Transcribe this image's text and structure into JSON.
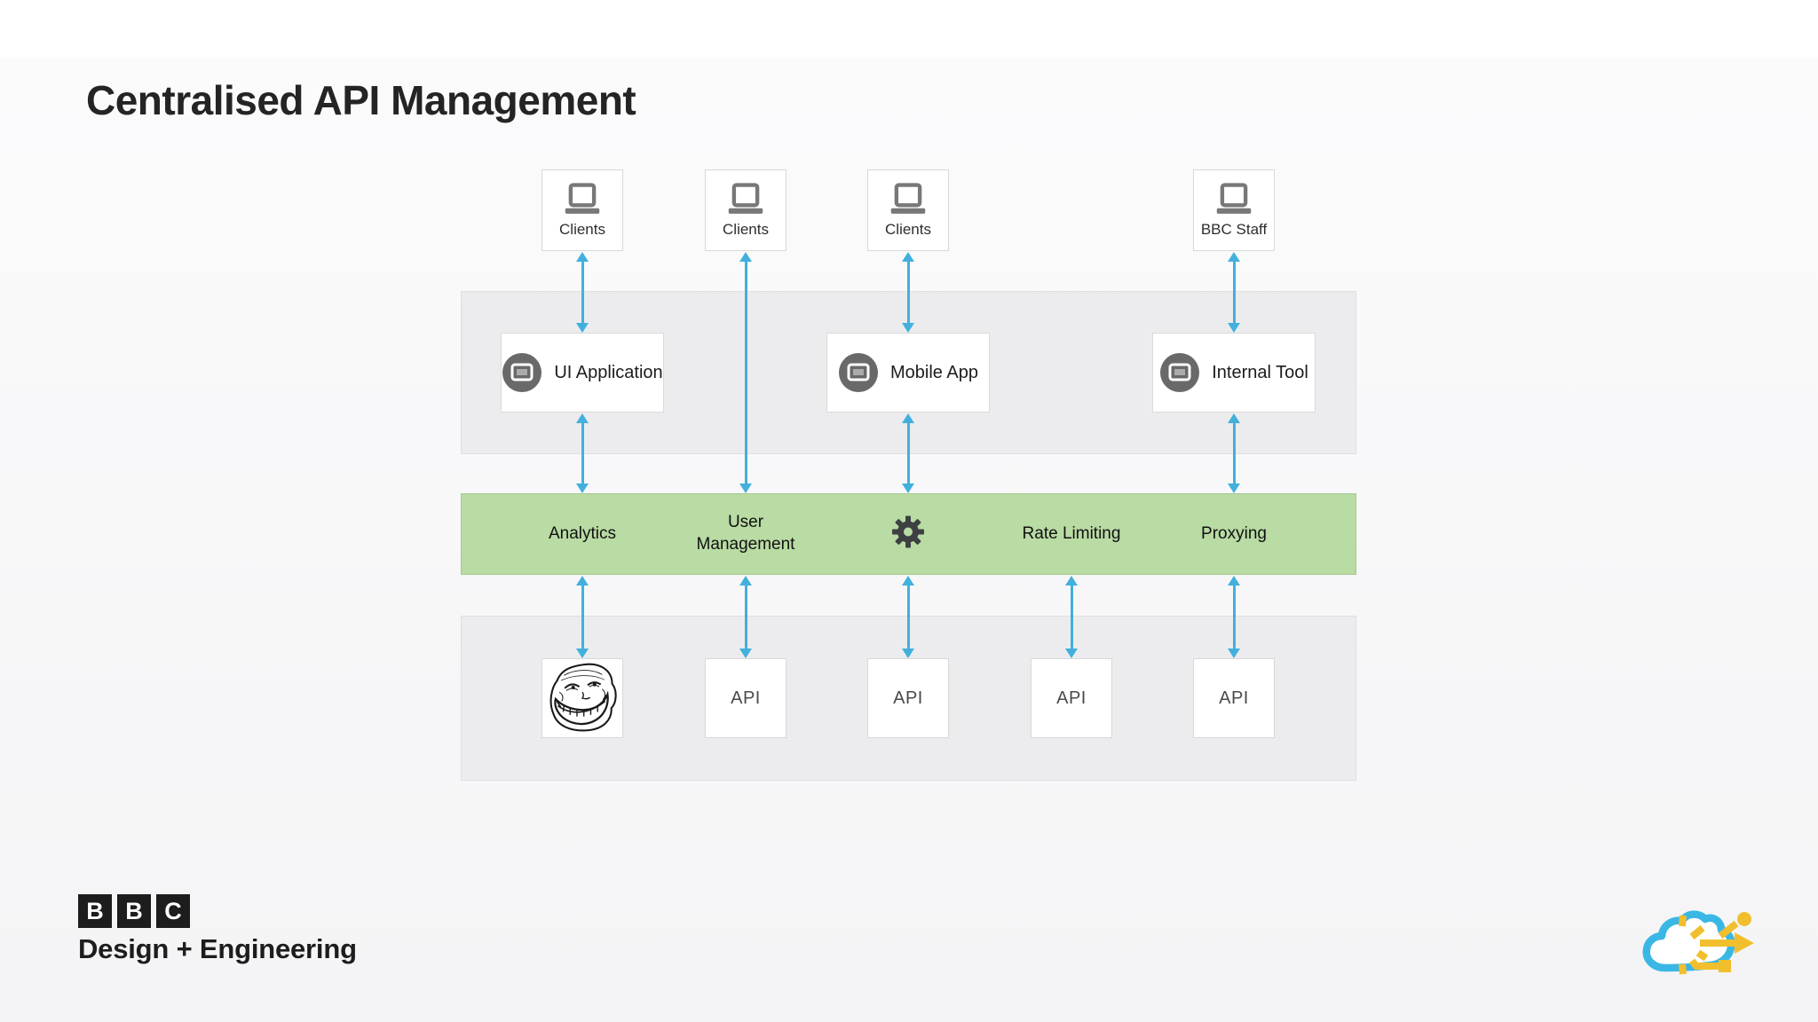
{
  "title": "Centralised API Management",
  "clients": [
    {
      "label": "Clients",
      "icon": "laptop-icon"
    },
    {
      "label": "Clients",
      "icon": "laptop-icon"
    },
    {
      "label": "Clients",
      "icon": "laptop-icon"
    },
    {
      "label": "BBC Staff",
      "icon": "laptop-icon"
    }
  ],
  "apps": [
    {
      "label": "UI Application",
      "icon": "application-window-icon"
    },
    {
      "label": "Mobile App",
      "icon": "application-window-icon"
    },
    {
      "label": "Internal Tool",
      "icon": "application-window-icon"
    }
  ],
  "gateway": {
    "features": [
      {
        "label": "Analytics"
      },
      {
        "label": "User Management"
      },
      {
        "label": "",
        "icon": "gear-icon"
      },
      {
        "label": "Rate Limiting"
      },
      {
        "label": "Proxying"
      }
    ]
  },
  "apis": [
    {
      "label": "",
      "icon": "troll-face-meme"
    },
    {
      "label": "API"
    },
    {
      "label": "API"
    },
    {
      "label": "API"
    },
    {
      "label": "API"
    }
  ],
  "footer": {
    "logo_letters": [
      "B",
      "B",
      "C"
    ],
    "org": "Design + Engineering",
    "icon": "cloud-flow-icon"
  },
  "colors": {
    "arrow": "#42b0dd",
    "band_gray": "#ececee",
    "band_green": "#b9dba4",
    "accent_blue": "#3ab7e5",
    "accent_yellow": "#f1bf2e",
    "logo_black": "#1d1d1d"
  }
}
